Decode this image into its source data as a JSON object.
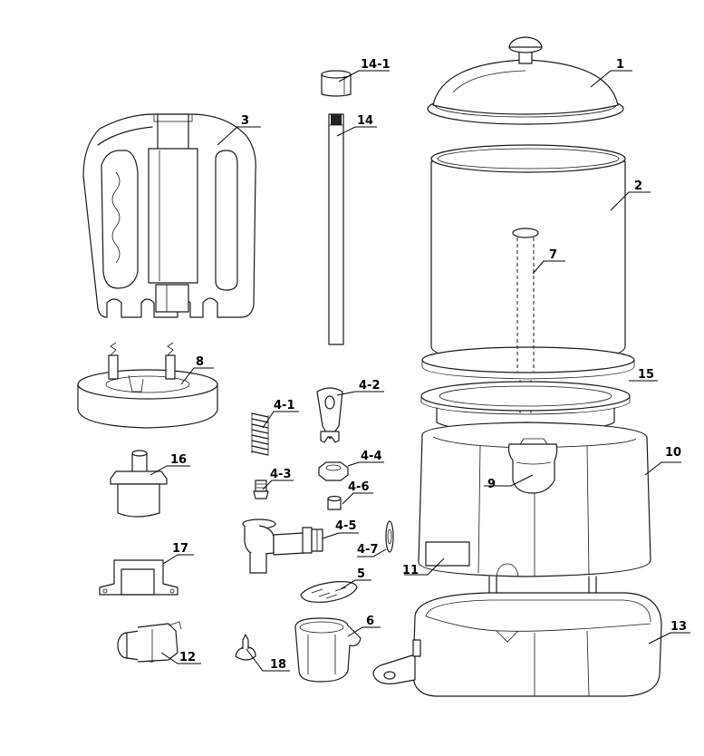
{
  "labels": {
    "l1": "1",
    "l2": "2",
    "l3": "3",
    "l4_1": "4-1",
    "l4_2": "4-2",
    "l4_3": "4-3",
    "l4_4": "4-4",
    "l4_5": "4-5",
    "l4_6": "4-6",
    "l4_7": "4-7",
    "l5": "5",
    "l6": "6",
    "l7": "7",
    "l8": "8",
    "l9": "9",
    "l10": "10",
    "l11": "11",
    "l12": "12",
    "l13": "13",
    "l14": "14",
    "l14_1": "14-1",
    "l15": "15",
    "l16": "16",
    "l17": "17",
    "l18": "18"
  }
}
